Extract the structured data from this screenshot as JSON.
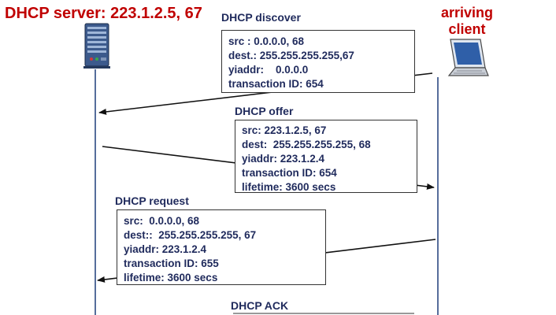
{
  "server": {
    "title": "DHCP server: 223.1.2.5,  67"
  },
  "client": {
    "title_line1": "arriving",
    "title_line2": "client"
  },
  "messages": [
    {
      "label": "DHCP discover",
      "lines": [
        "src : 0.0.0.0, 68",
        "dest.: 255.255.255.255,67",
        "yiaddr:    0.0.0.0",
        "transaction ID: 654"
      ]
    },
    {
      "label": "DHCP offer",
      "lines": [
        "src: 223.1.2.5, 67",
        "dest:  255.255.255.255, 68",
        "yiaddr: 223.1.2.4",
        "transaction ID: 654",
        "lifetime: 3600 secs"
      ]
    },
    {
      "label": "DHCP request",
      "lines": [
        "src:  0.0.0.0, 68",
        "dest::  255.255.255.255, 67",
        "yiaddr: 223.1.2.4",
        "transaction ID: 655",
        "lifetime: 3600 secs"
      ]
    },
    {
      "label": "DHCP ACK",
      "lines": []
    }
  ],
  "colors": {
    "title": "#c00000",
    "text": "#1f2a5c",
    "lines": "#1f3d7a"
  },
  "icons": {
    "server": "server-tower-icon",
    "client": "laptop-icon"
  }
}
